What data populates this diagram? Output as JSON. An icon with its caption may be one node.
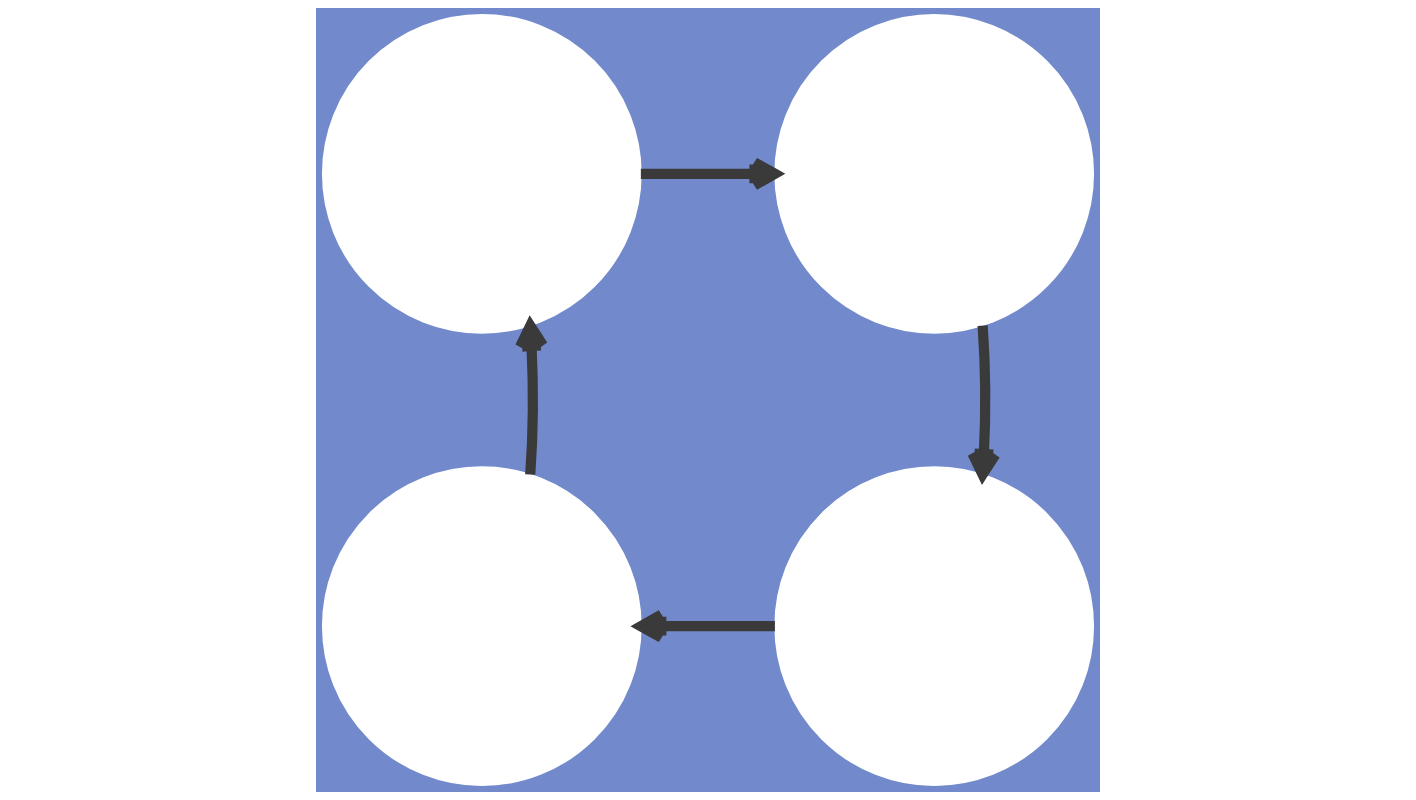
{
  "diagram": {
    "nodes": [
      {
        "text": [],
        "shape": "circle"
      },
      {
        "text": [],
        "shape": "circle"
      },
      {
        "text": [],
        "shape": "circle"
      },
      {
        "text": [],
        "shape": "circle"
      }
    ],
    "edges": [
      {
        "from": 0,
        "to": 1,
        "arrow": "to"
      },
      {
        "from": 1,
        "to": 2,
        "arrow": "to"
      },
      {
        "from": 2,
        "to": 3,
        "arrow": "to"
      },
      {
        "from": 3,
        "to": 0,
        "arrow": "to"
      }
    ]
  }
}
